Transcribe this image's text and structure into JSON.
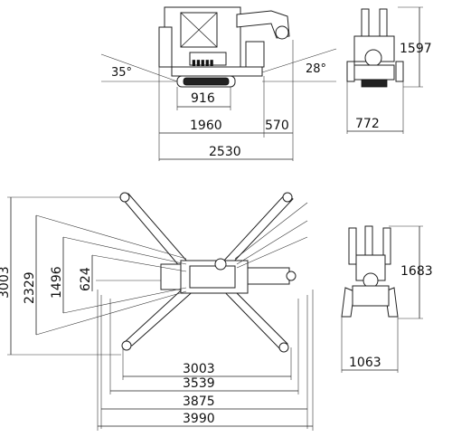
{
  "front_view": {
    "angle_left": "35°",
    "angle_right": "28°",
    "dim_track_gap": "916",
    "dim_body_width": "1960",
    "dim_offset": "570",
    "dim_total_width": "2530",
    "plate_text": "▮▮▮▮▮"
  },
  "side_view_top": {
    "dim_height": "1597",
    "dim_width": "772"
  },
  "outrigger_plan": {
    "dim_h_3003": "3003",
    "dim_h_3539": "3539",
    "dim_h_3875": "3875",
    "dim_h_3990": "3990",
    "dim_v_3003": "3003",
    "dim_v_2329": "2329",
    "dim_v_1496": "1496",
    "dim_v_624": "624"
  },
  "side_view_bottom": {
    "dim_height": "1683",
    "dim_width": "1063"
  }
}
